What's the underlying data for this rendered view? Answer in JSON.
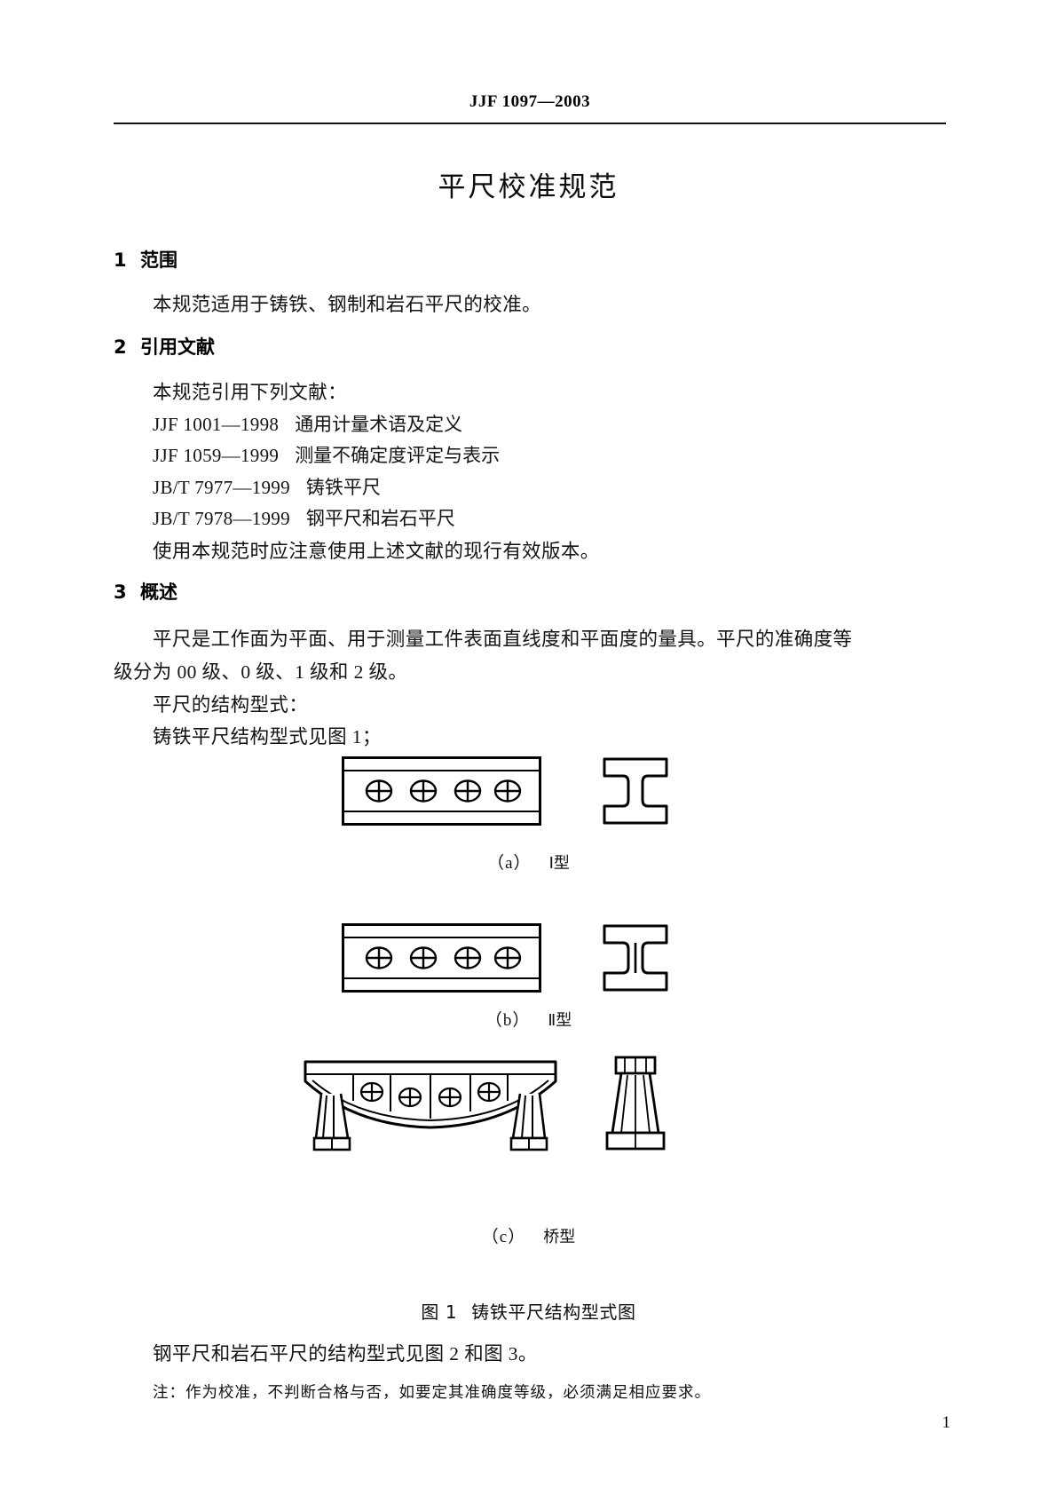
{
  "header": {
    "standard_code": "JJF 1097—2003"
  },
  "title": "平尺校准规范",
  "sections": [
    {
      "number": "1",
      "heading": "范围",
      "paragraph": "本规范适用于铸铁、钢制和岩石平尺的校准。"
    },
    {
      "number": "2",
      "heading": "引用文献",
      "intro": "本规范引用下列文献：",
      "references": [
        {
          "code": "JJF 1001—1998",
          "title": "通用计量术语及定义"
        },
        {
          "code": "JJF 1059—1999",
          "title": "测量不确定度评定与表示"
        },
        {
          "code": "JB/T 7977—1999",
          "title": "铸铁平尺"
        },
        {
          "code": "JB/T 7978—1999",
          "title": "钢平尺和岩石平尺"
        }
      ],
      "closing": "使用本规范时应注意使用上述文献的现行有效版本。"
    },
    {
      "number": "3",
      "heading": "概述",
      "paragraph_line1": "平尺是工作面为平面、用于测量工件表面直线度和平面度的量具。平尺的准确度等",
      "paragraph_line2": "级分为 00 级、0 级、1 级和 2 级。",
      "line_structure": "平尺的结构型式：",
      "line_castiron": "铸铁平尺结构型式见图 1；"
    }
  ],
  "figure1": {
    "subcaptions": [
      {
        "tag": "（a）",
        "name": "Ⅰ型"
      },
      {
        "tag": "（b）",
        "name": "Ⅱ型"
      },
      {
        "tag": "（c）",
        "name": "桥型"
      }
    ],
    "caption_number": "图 1",
    "caption_title": "铸铁平尺结构型式图"
  },
  "after_figure_text": "钢平尺和岩石平尺的结构型式见图 2 和图 3。",
  "note": "注：作为校准，不判断合格与否，如要定其准确度等级，必须满足相应要求。",
  "page_number": "1",
  "colors": {
    "ink": "#000000",
    "paper": "#ffffff",
    "rule": "#111111"
  }
}
